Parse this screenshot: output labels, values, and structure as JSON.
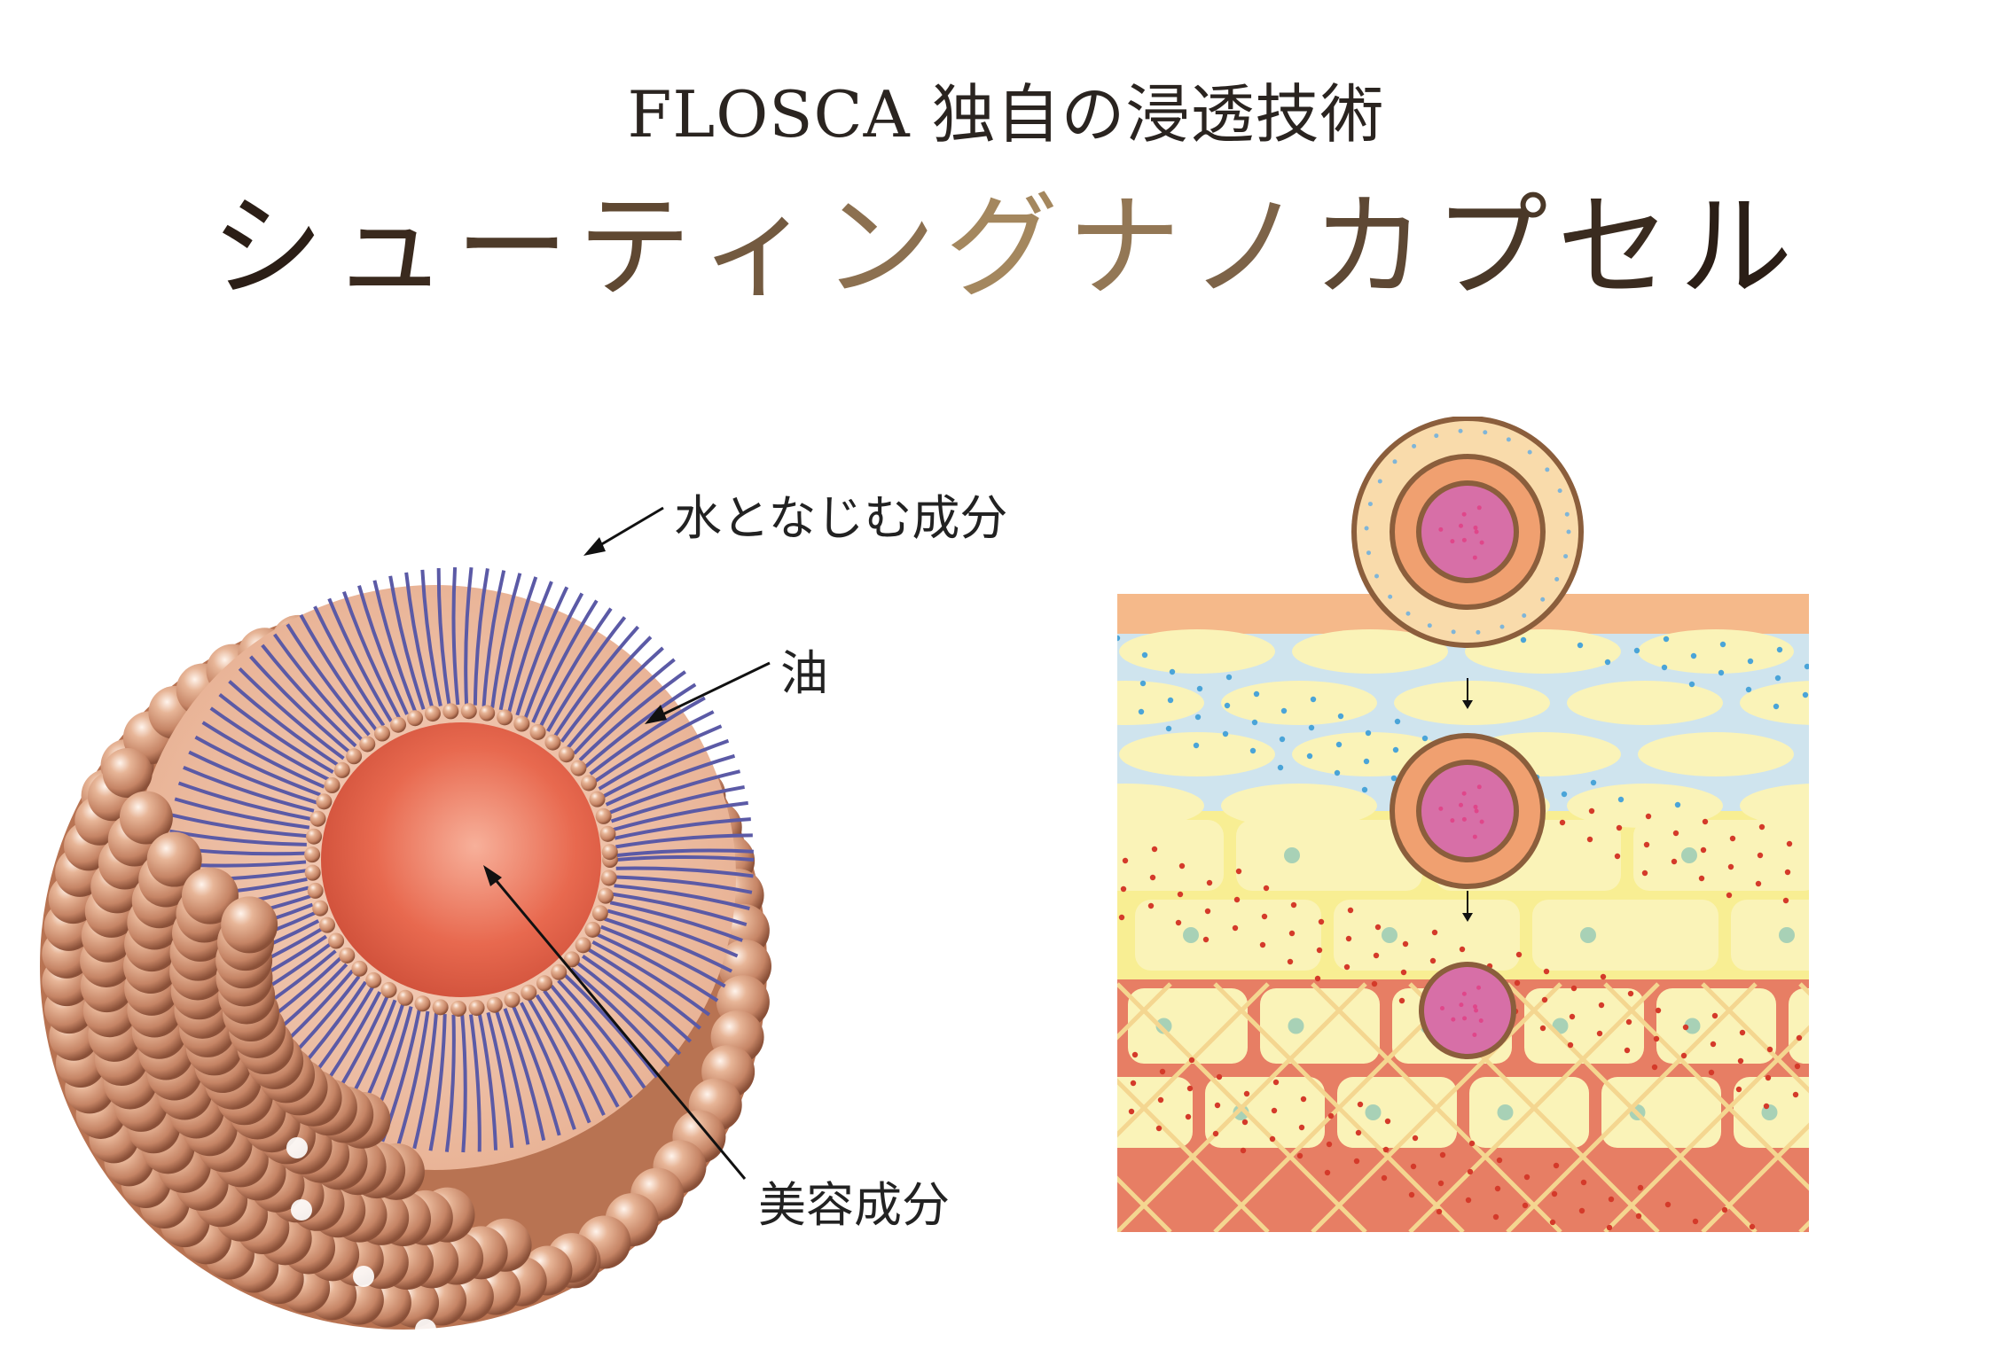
{
  "header": {
    "subtitle": "FLOSCA 独自の浸透技術",
    "title_chars": [
      "シ",
      "ュ",
      "ー",
      "テ",
      "ィ",
      "ン",
      "グ",
      "ナ",
      "ノ",
      "カ",
      "プ",
      "セ",
      "ル"
    ],
    "title_colors": [
      "#2b1e16",
      "#3a2a1e",
      "#4d3a29",
      "#5f4832",
      "#735a40",
      "#8c7050",
      "#a4875e",
      "#937755",
      "#7d6348",
      "#5e4834",
      "#4a3828",
      "#3a2b1f",
      "#2b1e16"
    ]
  },
  "capsule_labels": {
    "water": "水となじむ成分",
    "oil": "油",
    "beauty": "美容成分"
  },
  "colors": {
    "sphere_ball": "#d9a184",
    "sphere_ball_dark": "#9a5e45",
    "lipid_tail": "#5b5aa6",
    "core": "#e8694f",
    "skin_top": "#f5b98a",
    "skin_blue": "#cfe4ee",
    "skin_cell": "#faf3b8",
    "skin_yellow": "#f8ee93",
    "skin_red": "#e77e64",
    "capsule_outer": "#f9dbab",
    "capsule_ring": "#8b5e3c",
    "capsule_middle": "#f0a070",
    "capsule_core": "#d76fa7"
  }
}
